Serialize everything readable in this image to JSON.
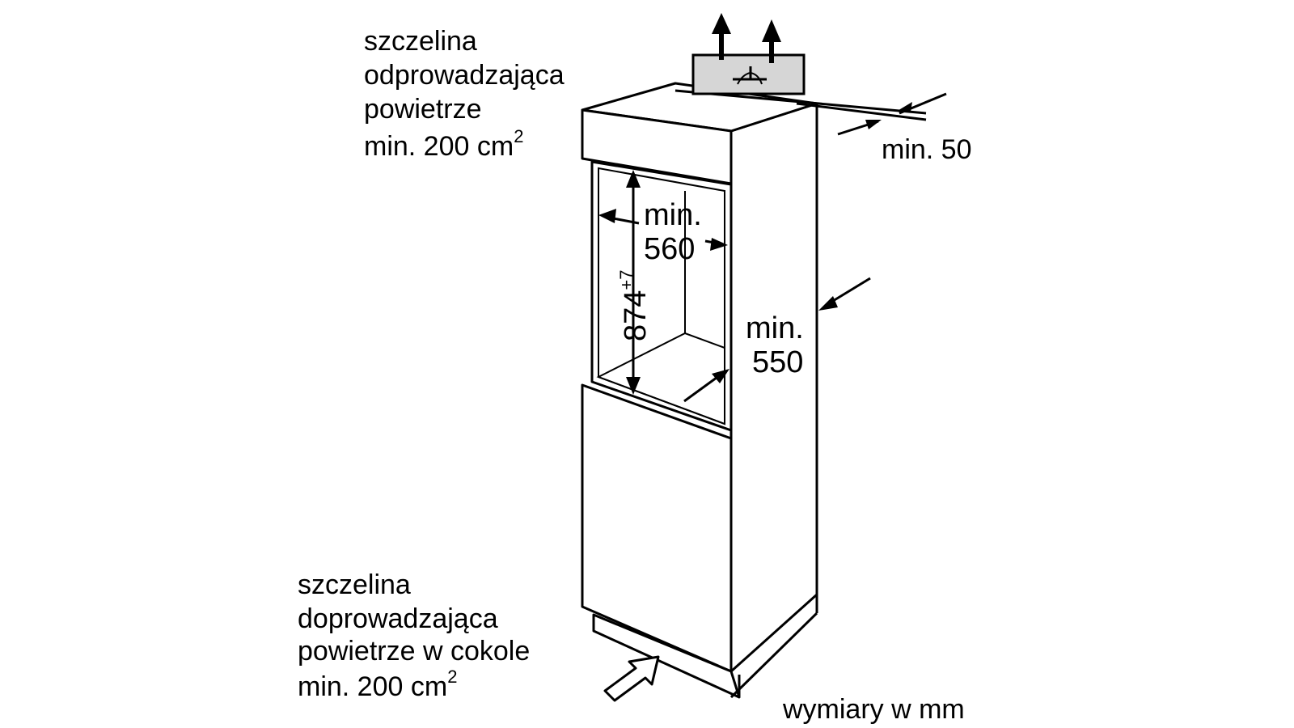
{
  "labels": {
    "exhaust_lines": [
      "szczelina",
      "odprowadzająca",
      "powietrze",
      "min. 200 cm"
    ],
    "exhaust_sup": "2",
    "intake_lines": [
      "szczelina",
      "doprowadzająca",
      "powietrze w cokole",
      "min. 200 cm"
    ],
    "intake_sup": "2",
    "top_gap": "min. 50",
    "width_lines": [
      "min.",
      "560"
    ],
    "height_main": "874",
    "height_sup": "+7",
    "depth_lines": [
      "min.",
      "550"
    ],
    "units": "wymiary w mm"
  },
  "colors": {
    "line": "#000000",
    "vent_fill": "#d6d6d6",
    "background": "#ffffff"
  },
  "icons": [
    "airflow-up-arrow",
    "vent-fan-symbol",
    "airflow-in-arrow"
  ]
}
